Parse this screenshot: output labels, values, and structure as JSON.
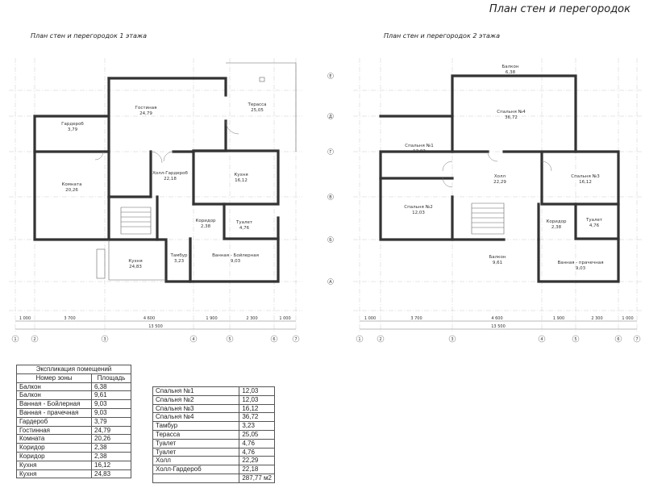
{
  "sheet_title": "План стен и перегородок",
  "plan1": {
    "title": "План стен и перегородок 1 этажа",
    "rooms": [
      {
        "name": "Гостиная",
        "area": "24,79"
      },
      {
        "name": "Терасса",
        "area": "25,05"
      },
      {
        "name": "Гардероб",
        "area": "3,79"
      },
      {
        "name": "Комната",
        "area": "20,26"
      },
      {
        "name": "Холл-Гардероб",
        "area": "22,18"
      },
      {
        "name": "Кухня",
        "area": "16,12"
      },
      {
        "name": "Коридор",
        "area": "2,38"
      },
      {
        "name": "Туалет",
        "area": "4,76"
      },
      {
        "name": "Кухня",
        "area": "24,83"
      },
      {
        "name": "Тамбур",
        "area": "3,23"
      },
      {
        "name": "Ванная - Бойлерная",
        "area": "9,03"
      }
    ],
    "axes": [
      "1",
      "2",
      "3",
      "4",
      "5",
      "6",
      "7"
    ],
    "dims": [
      "1 000",
      "3 700",
      "4 600",
      "1 900",
      "2 300",
      "1 000"
    ],
    "total_dim": "13 500"
  },
  "plan2": {
    "title": "План стен и перегородок 2 этажа",
    "rooms": [
      {
        "name": "Балкон",
        "area": "6,38"
      },
      {
        "name": "Спальня №4",
        "area": "36,72"
      },
      {
        "name": "Спальня №1",
        "area": "12,03"
      },
      {
        "name": "Холл",
        "area": "22,29"
      },
      {
        "name": "Спальня №3",
        "area": "16,12"
      },
      {
        "name": "Спальня №2",
        "area": "12,03"
      },
      {
        "name": "Коридор",
        "area": "2,38"
      },
      {
        "name": "Туалет",
        "area": "4,76"
      },
      {
        "name": "Балкон",
        "area": "9,61"
      },
      {
        "name": "Ванная - прачечная",
        "area": "9,03"
      }
    ],
    "axes": [
      "1",
      "2",
      "3",
      "4",
      "5",
      "6",
      "7"
    ],
    "row_axes": [
      "Е",
      "Д",
      "Г",
      "В",
      "Б",
      "А"
    ],
    "dims": [
      "1 000",
      "3 700",
      "4 600",
      "1 900",
      "2 300",
      "1 000"
    ],
    "total_dim": "13 500"
  },
  "explication": {
    "title": "Экспликация помещений",
    "col_name": "Номер зоны",
    "col_area": "Площадь",
    "rows_left": [
      {
        "name": "Балкон",
        "area": "6,38"
      },
      {
        "name": "Балкон",
        "area": "9,61"
      },
      {
        "name": "Ванная - Бойлерная",
        "area": "9,03"
      },
      {
        "name": "Ванная - прачечная",
        "area": "9,03"
      },
      {
        "name": "Гардероб",
        "area": "3,79"
      },
      {
        "name": "Гостинная",
        "area": "24,79"
      },
      {
        "name": "Комната",
        "area": "20,26"
      },
      {
        "name": "Коридор",
        "area": "2,38"
      },
      {
        "name": "Коридор",
        "area": "2,38"
      },
      {
        "name": "Кухня",
        "area": "16,12"
      },
      {
        "name": "Кухня",
        "area": "24,83"
      }
    ],
    "rows_right": [
      {
        "name": "Спальня №1",
        "area": "12,03"
      },
      {
        "name": "Спальня №2",
        "area": "12,03"
      },
      {
        "name": "Спальня №3",
        "area": "16,12"
      },
      {
        "name": "Спальня №4",
        "area": "36,72"
      },
      {
        "name": "Тамбур",
        "area": "3,23"
      },
      {
        "name": "Терасса",
        "area": "25,05"
      },
      {
        "name": "Туалет",
        "area": "4,76"
      },
      {
        "name": "Туалет",
        "area": "4,76"
      },
      {
        "name": "Холл",
        "area": "22,29"
      },
      {
        "name": "Холл-Гардероб",
        "area": "22,18"
      }
    ],
    "total": "287,77 м2"
  }
}
